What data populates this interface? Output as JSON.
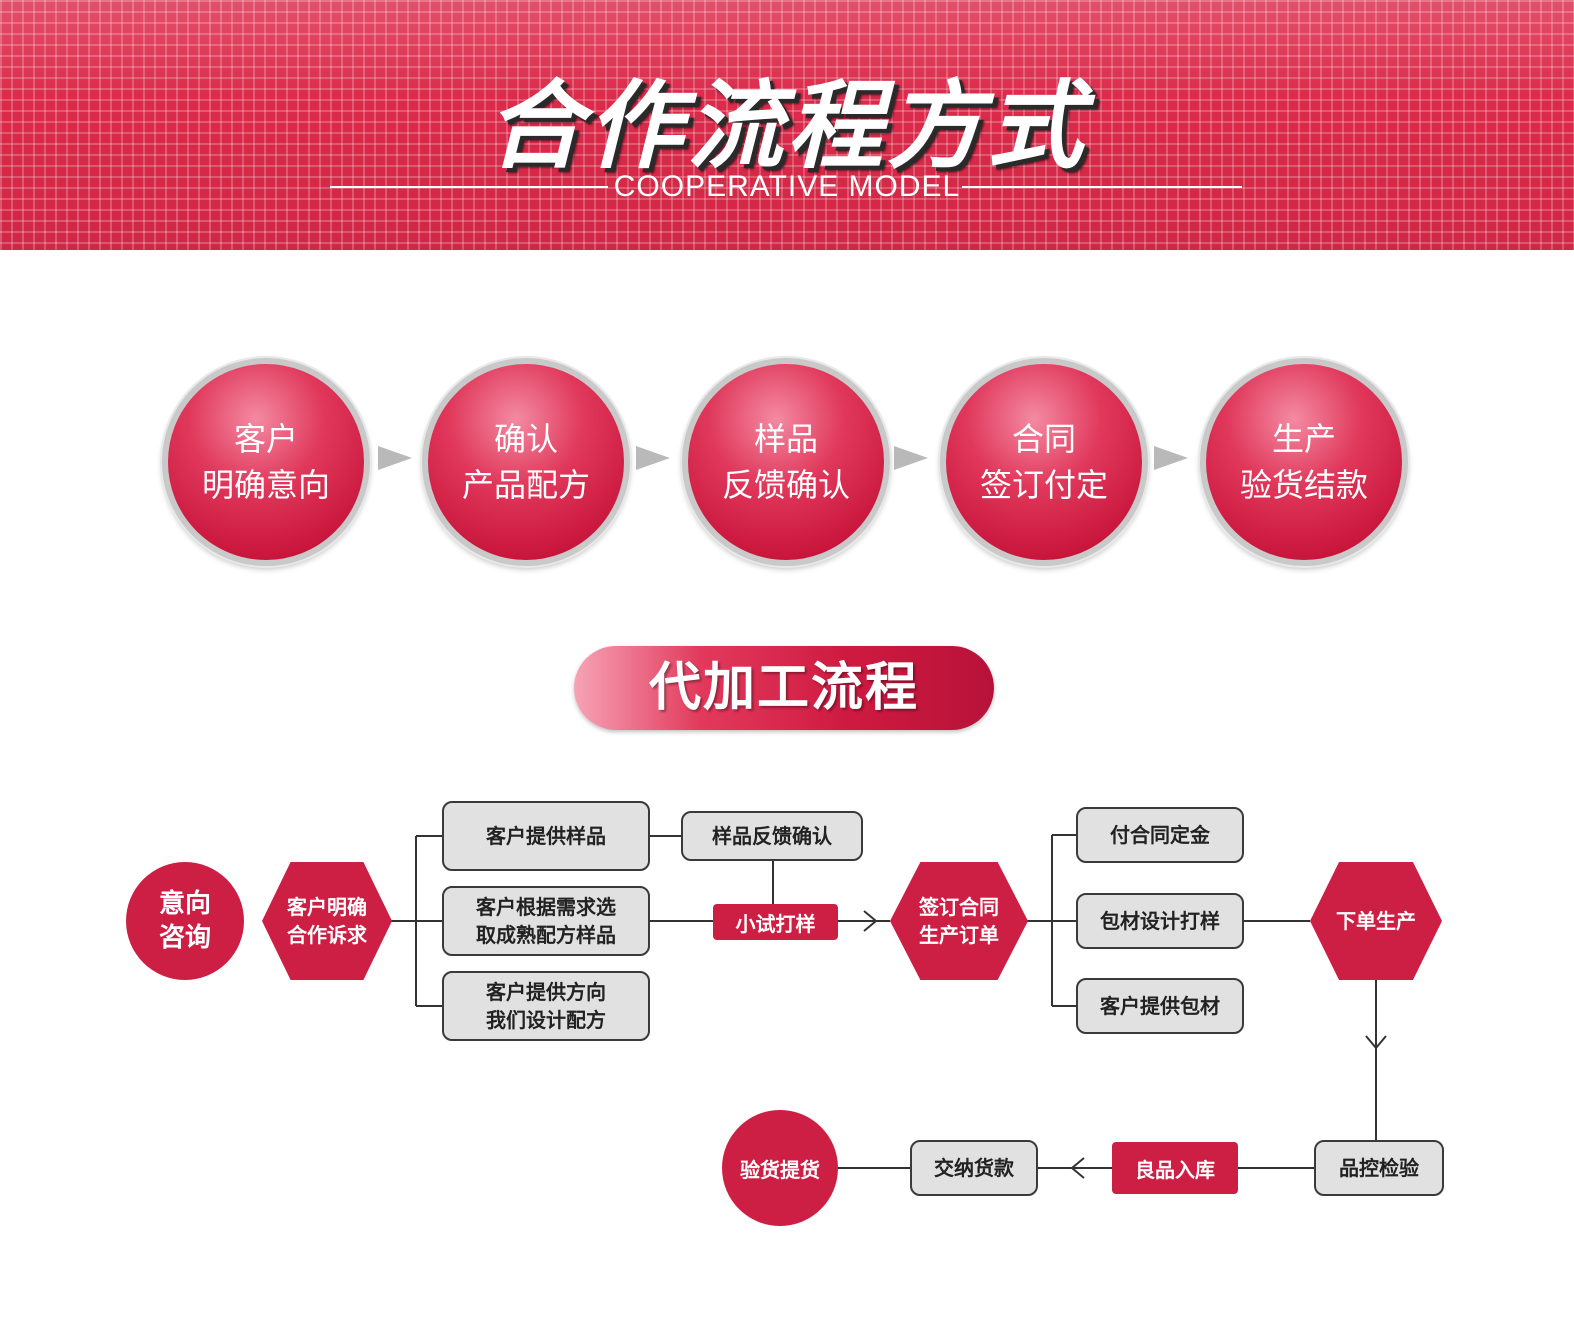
{
  "banner": {
    "title": "合作流程方式",
    "subtitle": "COOPERATIVE MODEL"
  },
  "steps": [
    {
      "line1": "客户",
      "line2": "明确意向"
    },
    {
      "line1": "确认",
      "line2": "产品配方"
    },
    {
      "line1": "样品",
      "line2": "反馈确认"
    },
    {
      "line1": "合同",
      "line2": "签订付定"
    },
    {
      "line1": "生产",
      "line2": "验货结款"
    }
  ],
  "section": {
    "title": "代加工流程"
  },
  "flow": {
    "start": {
      "line1": "意向",
      "line2": "咨询"
    },
    "need": {
      "line1": "客户明确",
      "line2": "合作诉求"
    },
    "option_a": {
      "line1": "客户提供样品"
    },
    "option_b": {
      "line1": "客户根据需求选",
      "line2": "取成熟配方样品"
    },
    "option_c": {
      "line1": "客户提供方向",
      "line2": "我们设计配方"
    },
    "feedback": {
      "line1": "样品反馈确认"
    },
    "trial": {
      "line1": "小试打样"
    },
    "contract": {
      "line1": "签订合同",
      "line2": "生产订单"
    },
    "deposit": {
      "line1": "付合同定金"
    },
    "packaging_design": {
      "line1": "包材设计打样"
    },
    "packaging_supply": {
      "line1": "客户提供包材"
    },
    "produce": {
      "line1": "下单生产"
    },
    "qc": {
      "line1": "品控检验"
    },
    "storage": {
      "line1": "良品入库"
    },
    "payment": {
      "line1": "交纳货款"
    },
    "pickup": {
      "line1": "验货提货"
    }
  }
}
